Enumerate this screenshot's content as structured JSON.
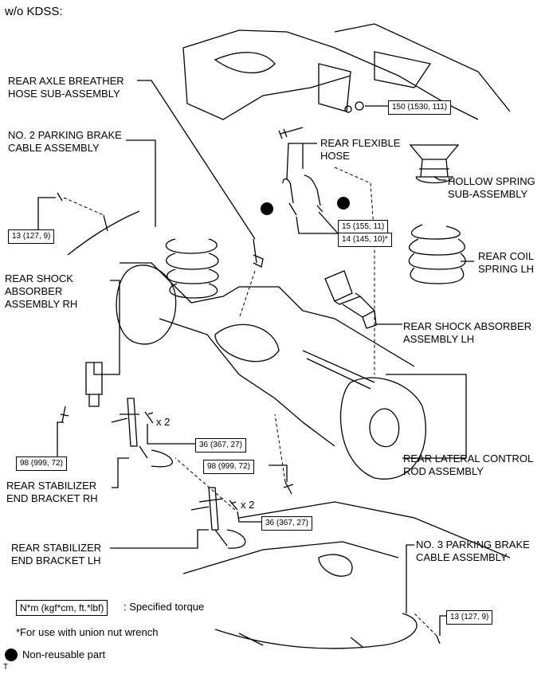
{
  "header": {
    "title": "w/o KDSS:"
  },
  "labels": {
    "breather": "REAR AXLE BREATHER\nHOSE SUB-ASSEMBLY",
    "pb2": "NO. 2 PARKING BRAKE\nCABLE ASSEMBLY",
    "flex_hose": "REAR FLEXIBLE\nHOSE",
    "hollow_spring": "HOLLOW SPRING\nSUB-ASSEMBLY",
    "coil_spring": "REAR COIL\nSPRING LH",
    "shock_rh": "REAR SHOCK\nABSORBER\nASSEMBLY RH",
    "shock_lh": "REAR SHOCK ABSORBER\nASSEMBLY LH",
    "x2_a": "x 2",
    "x2_b": "x 2",
    "lateral_rod": "REAR LATERAL CONTROL\nROD ASSEMBLY",
    "stab_rh": "REAR STABILIZER\nEND BRACKET RH",
    "stab_lh": "REAR STABILIZER\nEND BRACKET LH",
    "pb3": "NO. 3 PARKING BRAKE\nCABLE ASSEMBLY"
  },
  "torques": {
    "t150": "150 (1530, 111)",
    "t15": "15 (155, 11)",
    "t14": "14 (145, 10)*",
    "t13a": "13 (127, 9)",
    "t36a": "36 (367, 27)",
    "t98a": "98 (999, 72)",
    "t98b": "98 (999, 72)",
    "t36b": "36 (367, 27)",
    "t13b": "13 (127, 9)"
  },
  "legend": {
    "box": "N*m (kgf*cm, ft.*lbf)",
    "box_desc": ": Specified torque",
    "note": "*For use with union nut wrench",
    "nonreusable": "Non-reusable part"
  },
  "footer": {
    "mark": "T"
  }
}
